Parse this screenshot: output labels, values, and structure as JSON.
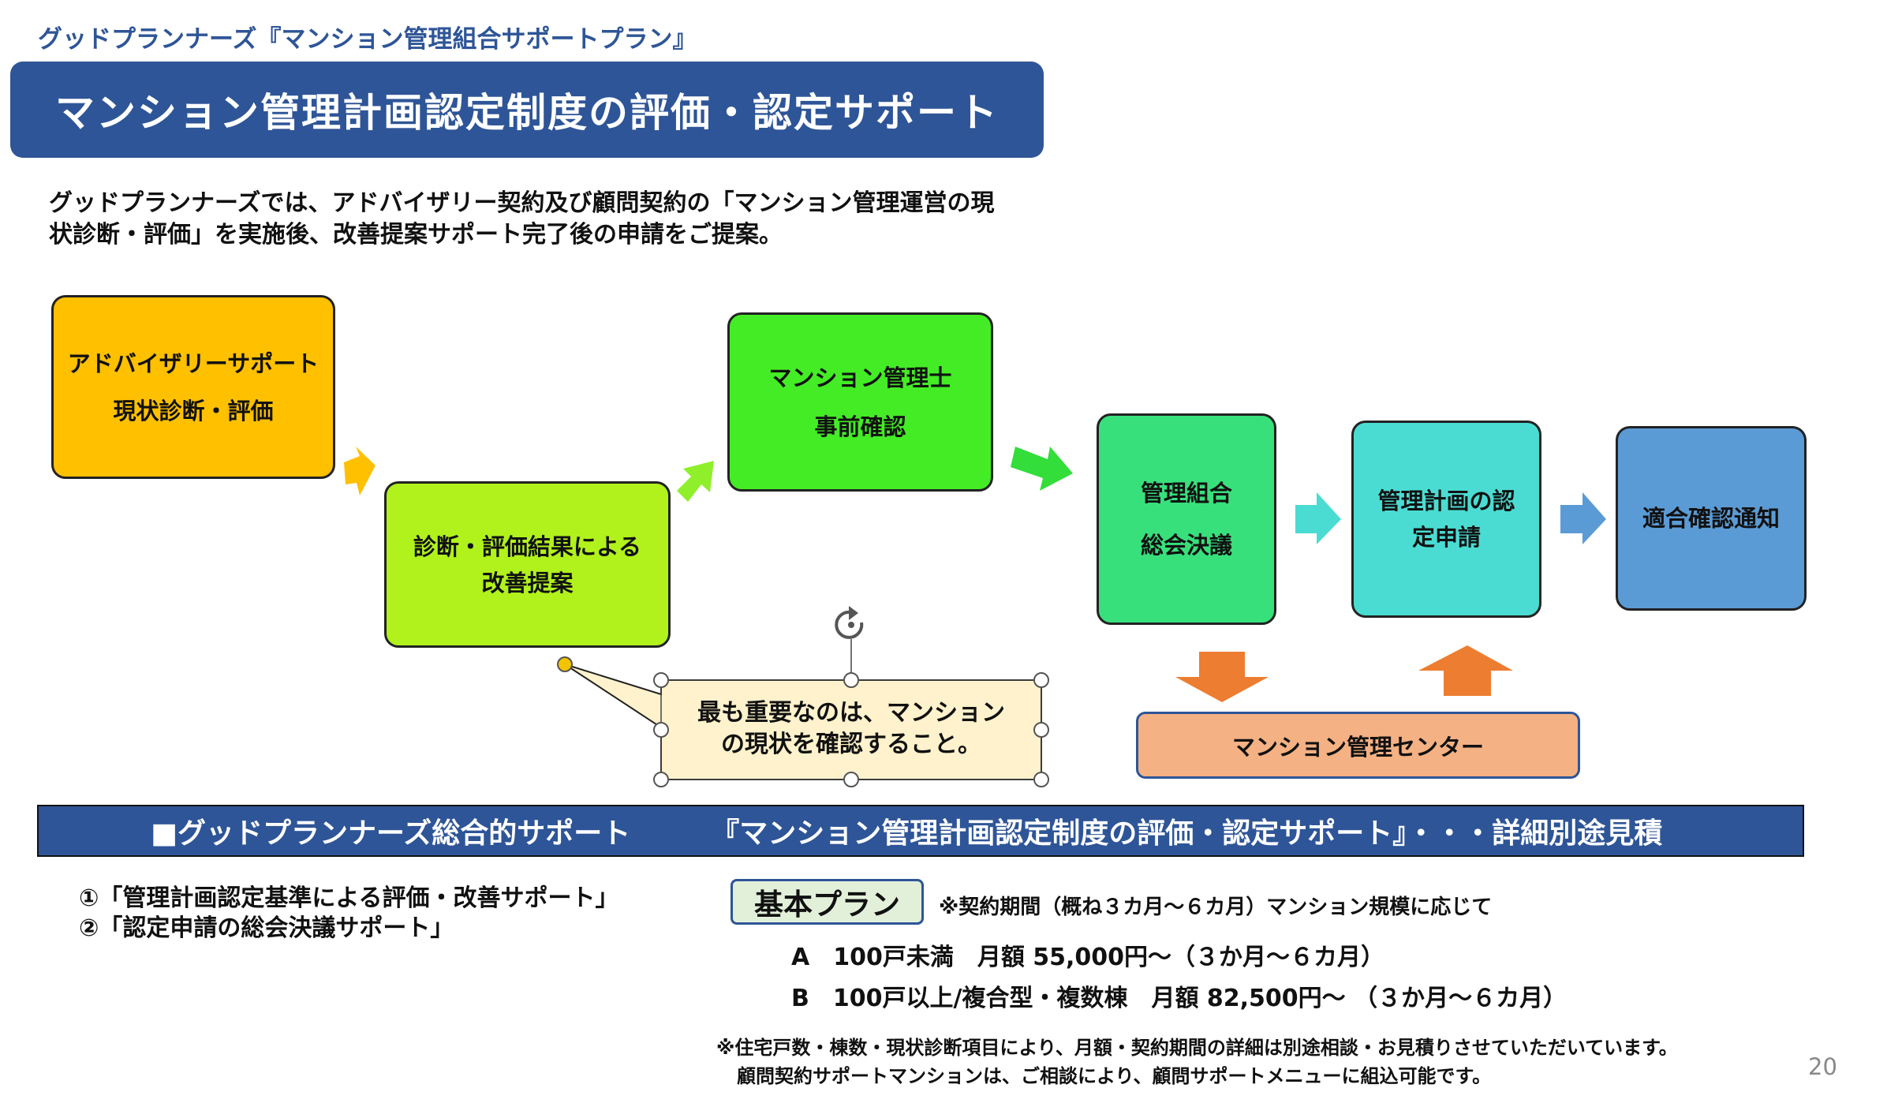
{
  "header": {
    "brand": "グッドプランナーズ『マンション管理組合サポートプラン』",
    "title": "マンション管理計画認定制度の評価・認定サポート"
  },
  "intro": {
    "line1": "グッドプランナーズでは、アドバイザリー契約及び顧問契約の「マンション管理運営の現",
    "line2": "状診断・評価」を実施後、改善提案サポート完了後の申請をご提案。"
  },
  "flow": {
    "step1": {
      "line1": "アドバイザリーサポート",
      "line2": "現状診断・評価",
      "color": "#ffc000"
    },
    "step2": {
      "line1": "診断・評価結果による",
      "line2": "改善提案",
      "color": "#b1f21c"
    },
    "step3": {
      "line1": "マンション管理士",
      "line2": "事前確認",
      "color": "#44ec26"
    },
    "step4": {
      "line1": "管理組合",
      "line2": "総会決議",
      "color": "#38e07c"
    },
    "step5": {
      "line1": "管理計画の認",
      "line2": "定申請",
      "color": "#4adcd2"
    },
    "step6": {
      "line1": "適合確認通知",
      "color": "#5b9bd5"
    },
    "center": {
      "label": "マンション管理センター",
      "color": "#f4b183"
    }
  },
  "callout": {
    "line1": "最も重要なのは、マンション",
    "line2": "の現状を確認すること。"
  },
  "support_bar": {
    "left": "■グッドプランナーズ総合的サポート",
    "right": "『マンション管理計画認定制度の評価・認定サポート』・・・詳細別途見積"
  },
  "support_items": [
    "①「管理計画認定基準による評価・改善サポート」",
    "②「認定申請の総会決議サポート」"
  ],
  "plan": {
    "label": "基本プラン",
    "note": "※契約期間（概ね３カ月～６カ月）マンション規模に応じて",
    "a": "A　100戸未満　月額 55,000円～（３か月～６カ月）",
    "b": "B　100戸以上/複合型・複数棟　月額 82,500円～ （３か月～６カ月）"
  },
  "footnote": {
    "line1": "※住宅戸数・棟数・現状診断項目により、月額・契約期間の詳細は別途相談・お見積りさせていただいています。",
    "line2": "顧問契約サポートマンションは、ご相談により、顧問サポートメニューに組込可能です。"
  },
  "page_number": "20",
  "colors": {
    "brand": "#2e5597",
    "arrow_orange_down": "#ed7d31",
    "callout_fill": "#fff2cc"
  }
}
